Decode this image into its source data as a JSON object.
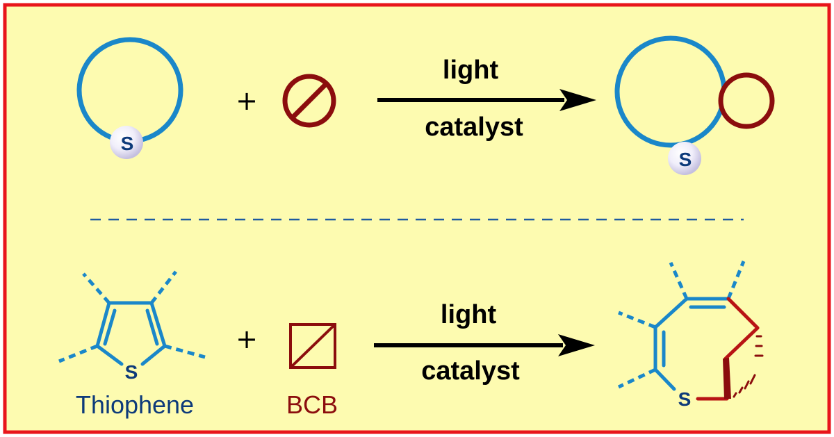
{
  "colors": {
    "frame_border": "#e8151b",
    "background": "#fdfbb0",
    "substrate_blue": "#1a87c9",
    "bcb_red": "#8b0d0d",
    "sulfur_label": "#0d3a7a",
    "divider": "#1d5aa0",
    "arrow": "#000000"
  },
  "general_scheme": {
    "plus": "+",
    "sulfur_atom": "S",
    "conditions": {
      "above_arrow": "light",
      "below_arrow": "catalyst"
    },
    "icons": [
      "thiacycle-ring-icon",
      "strained-ring-icon",
      "ring-expanded-product-icon"
    ]
  },
  "specific_scheme": {
    "plus": "+",
    "thiophene": {
      "name": "Thiophene",
      "atom": "S"
    },
    "bcb": {
      "name": "BCB"
    },
    "conditions": {
      "above_arrow": "light",
      "below_arrow": "catalyst"
    },
    "product": {
      "atom": "S"
    }
  }
}
